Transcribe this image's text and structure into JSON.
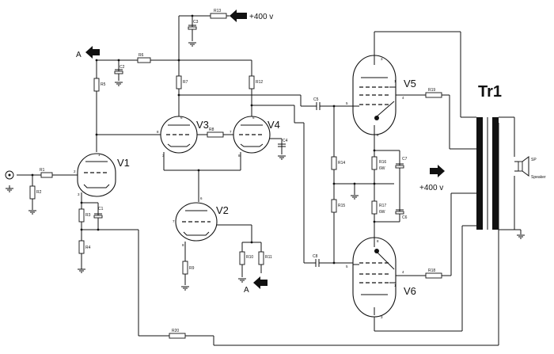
{
  "tubes": {
    "v1": "V1",
    "v2": "V2",
    "v3": "V3",
    "v4": "V4",
    "v5": "V5",
    "v6": "V6"
  },
  "transformer": "Tr1",
  "supply": {
    "top": "+400 v",
    "right": "+400 v"
  },
  "nodes": {
    "a_left": "A",
    "a_bottom": "A"
  },
  "speaker": {
    "sp": "SP",
    "name": "Speaker"
  },
  "resistors": {
    "r1": "R1",
    "r2": "R2",
    "r3": "R3",
    "r4": "R4",
    "r5": "R5",
    "r6": "R6",
    "r7": "R7",
    "r8": "R8",
    "r9": "R9",
    "r10": "R10",
    "r11": "R11",
    "r12": "R12",
    "r13": "R13",
    "r14": "R14",
    "r15": "R15",
    "r16": "R16",
    "r17": "R17",
    "r18": "R18",
    "r19": "R19",
    "r20": "R20"
  },
  "capacitors": {
    "c1": "C1",
    "c2": "C2",
    "c3": "C3",
    "c4": "C4",
    "c5": "C5",
    "c6": "C6",
    "c7": "C7",
    "c8": "C8"
  },
  "power_ratings": {
    "r16": "6W",
    "r17": "6W"
  },
  "pins": {
    "v1_plate": "1",
    "v1_grid": "2",
    "v1_cathode": "3",
    "v3_plate": "6",
    "v3_grid": "8",
    "v3_cathode": "3",
    "v4_plate": "6",
    "v4_grid": "7",
    "v4_cathode": "8",
    "v2_plate": "6",
    "v2_grid": "7",
    "v2_cathode": "8",
    "v5_top": "3",
    "v5_g2": "1",
    "v5_plate": "4",
    "v5_g1": "5",
    "v5_bottom": "8",
    "v6_top": "8",
    "v6_g2": "1",
    "v6_plate": "4",
    "v6_g1": "5",
    "v6_bottom": "3"
  }
}
